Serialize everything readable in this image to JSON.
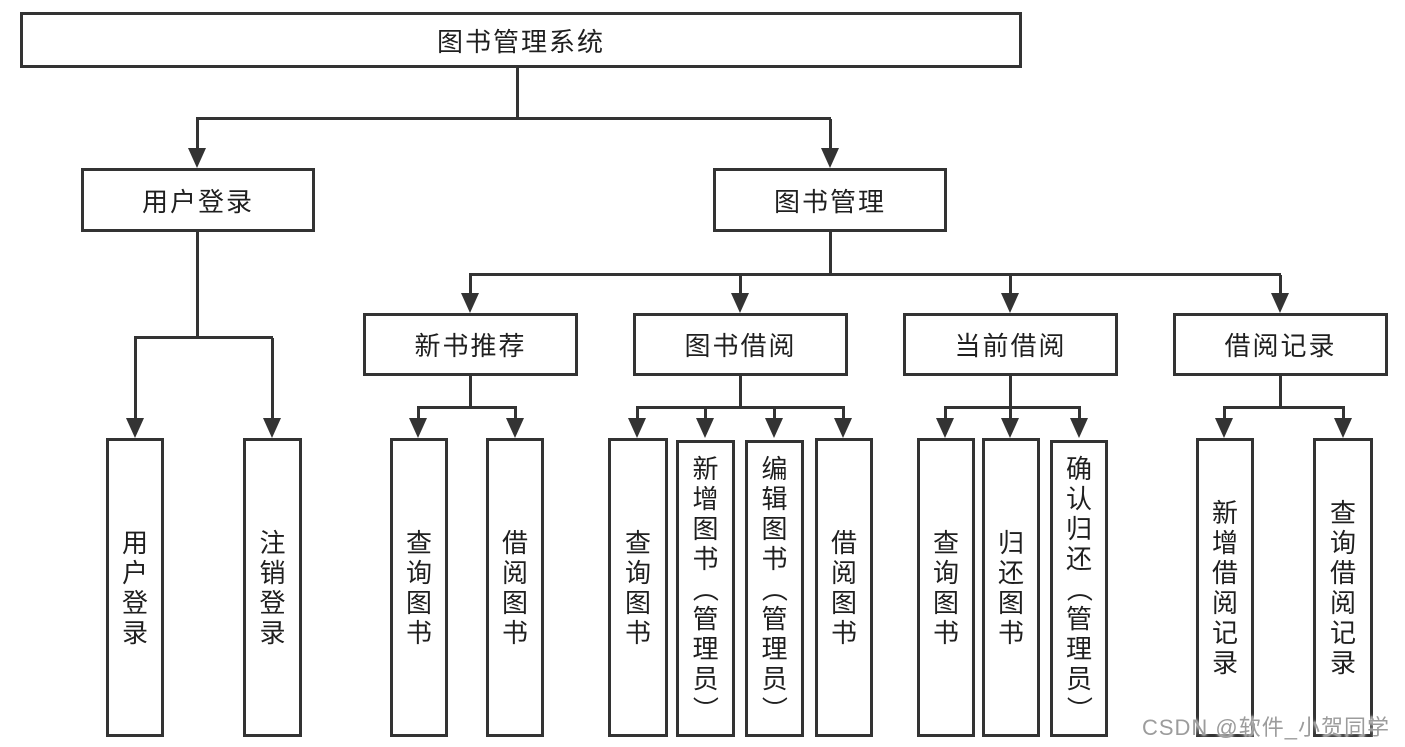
{
  "nodes": {
    "root": "图书管理系统",
    "user_login": "用户登录",
    "book_management": "图书管理",
    "new_book_recommend": "新书推荐",
    "book_borrow": "图书借阅",
    "current_borrow": "当前借阅",
    "borrow_record": "借阅记录",
    "leaf_user_login": "用户登录",
    "leaf_logout": "注销登录",
    "leaf_query_book_1": "查询图书",
    "leaf_borrow_book_1": "借阅图书",
    "leaf_query_book_2": "查询图书",
    "leaf_add_book_admin": "新增图书（管理员）",
    "leaf_edit_book_admin": "编辑图书（管理员）",
    "leaf_borrow_book_2": "借阅图书",
    "leaf_query_book_3": "查询图书",
    "leaf_return_book": "归还图书",
    "leaf_confirm_return_admin": "确认归还（管理员）",
    "leaf_add_borrow_record": "新增借阅记录",
    "leaf_query_borrow_record": "查询借阅记录"
  },
  "watermark": "CSDN @软件_小贺同学",
  "colors": {
    "line": "#333333",
    "text": "#1f1f1f",
    "watermark": "#9c9c9c",
    "background": "#ffffff"
  }
}
